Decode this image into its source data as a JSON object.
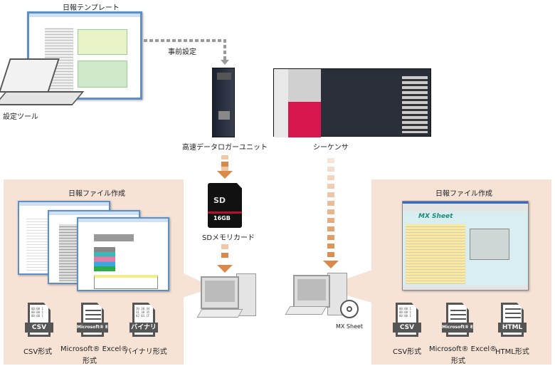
{
  "top": {
    "template_label": "日報テンプレート",
    "setup_tool_label": "設定ツール",
    "presetting_label": "事前設定",
    "logger_label": "高速データロガーユニット",
    "sequencer_label": "シーケンサ",
    "sd_label": "SDメモリカード",
    "sd_capacity": "16GB",
    "mx_sheet_label": "MX Sheet"
  },
  "left_panel": {
    "title": "日報ファイル作成",
    "formats": [
      {
        "tag": "CSV",
        "label": "CSV形式",
        "label2": ""
      },
      {
        "tag": "Microsoft® Excel®",
        "label": "Microsoft® Excel®",
        "label2": "形式"
      },
      {
        "tag": "バイナリ",
        "label": "バイナリ形式",
        "label2": ""
      }
    ]
  },
  "right_panel": {
    "title": "日報ファイル作成",
    "app_title": "MX Sheet",
    "formats": [
      {
        "tag": "CSV",
        "label": "CSV形式",
        "label2": ""
      },
      {
        "tag": "Microsoft® Excel®",
        "label": "Microsoft® Excel®",
        "label2": "形式"
      },
      {
        "tag": "HTML",
        "label": "HTML形式",
        "label2": ""
      }
    ]
  },
  "colors": {
    "panel": "#f6e3d6",
    "arrow": "#d9894a",
    "arrow_faded": "#f0c8a6",
    "connector": "#9a9a9a",
    "window_frame": "#5d8fc9",
    "sequencer_red": "#d8174f"
  }
}
